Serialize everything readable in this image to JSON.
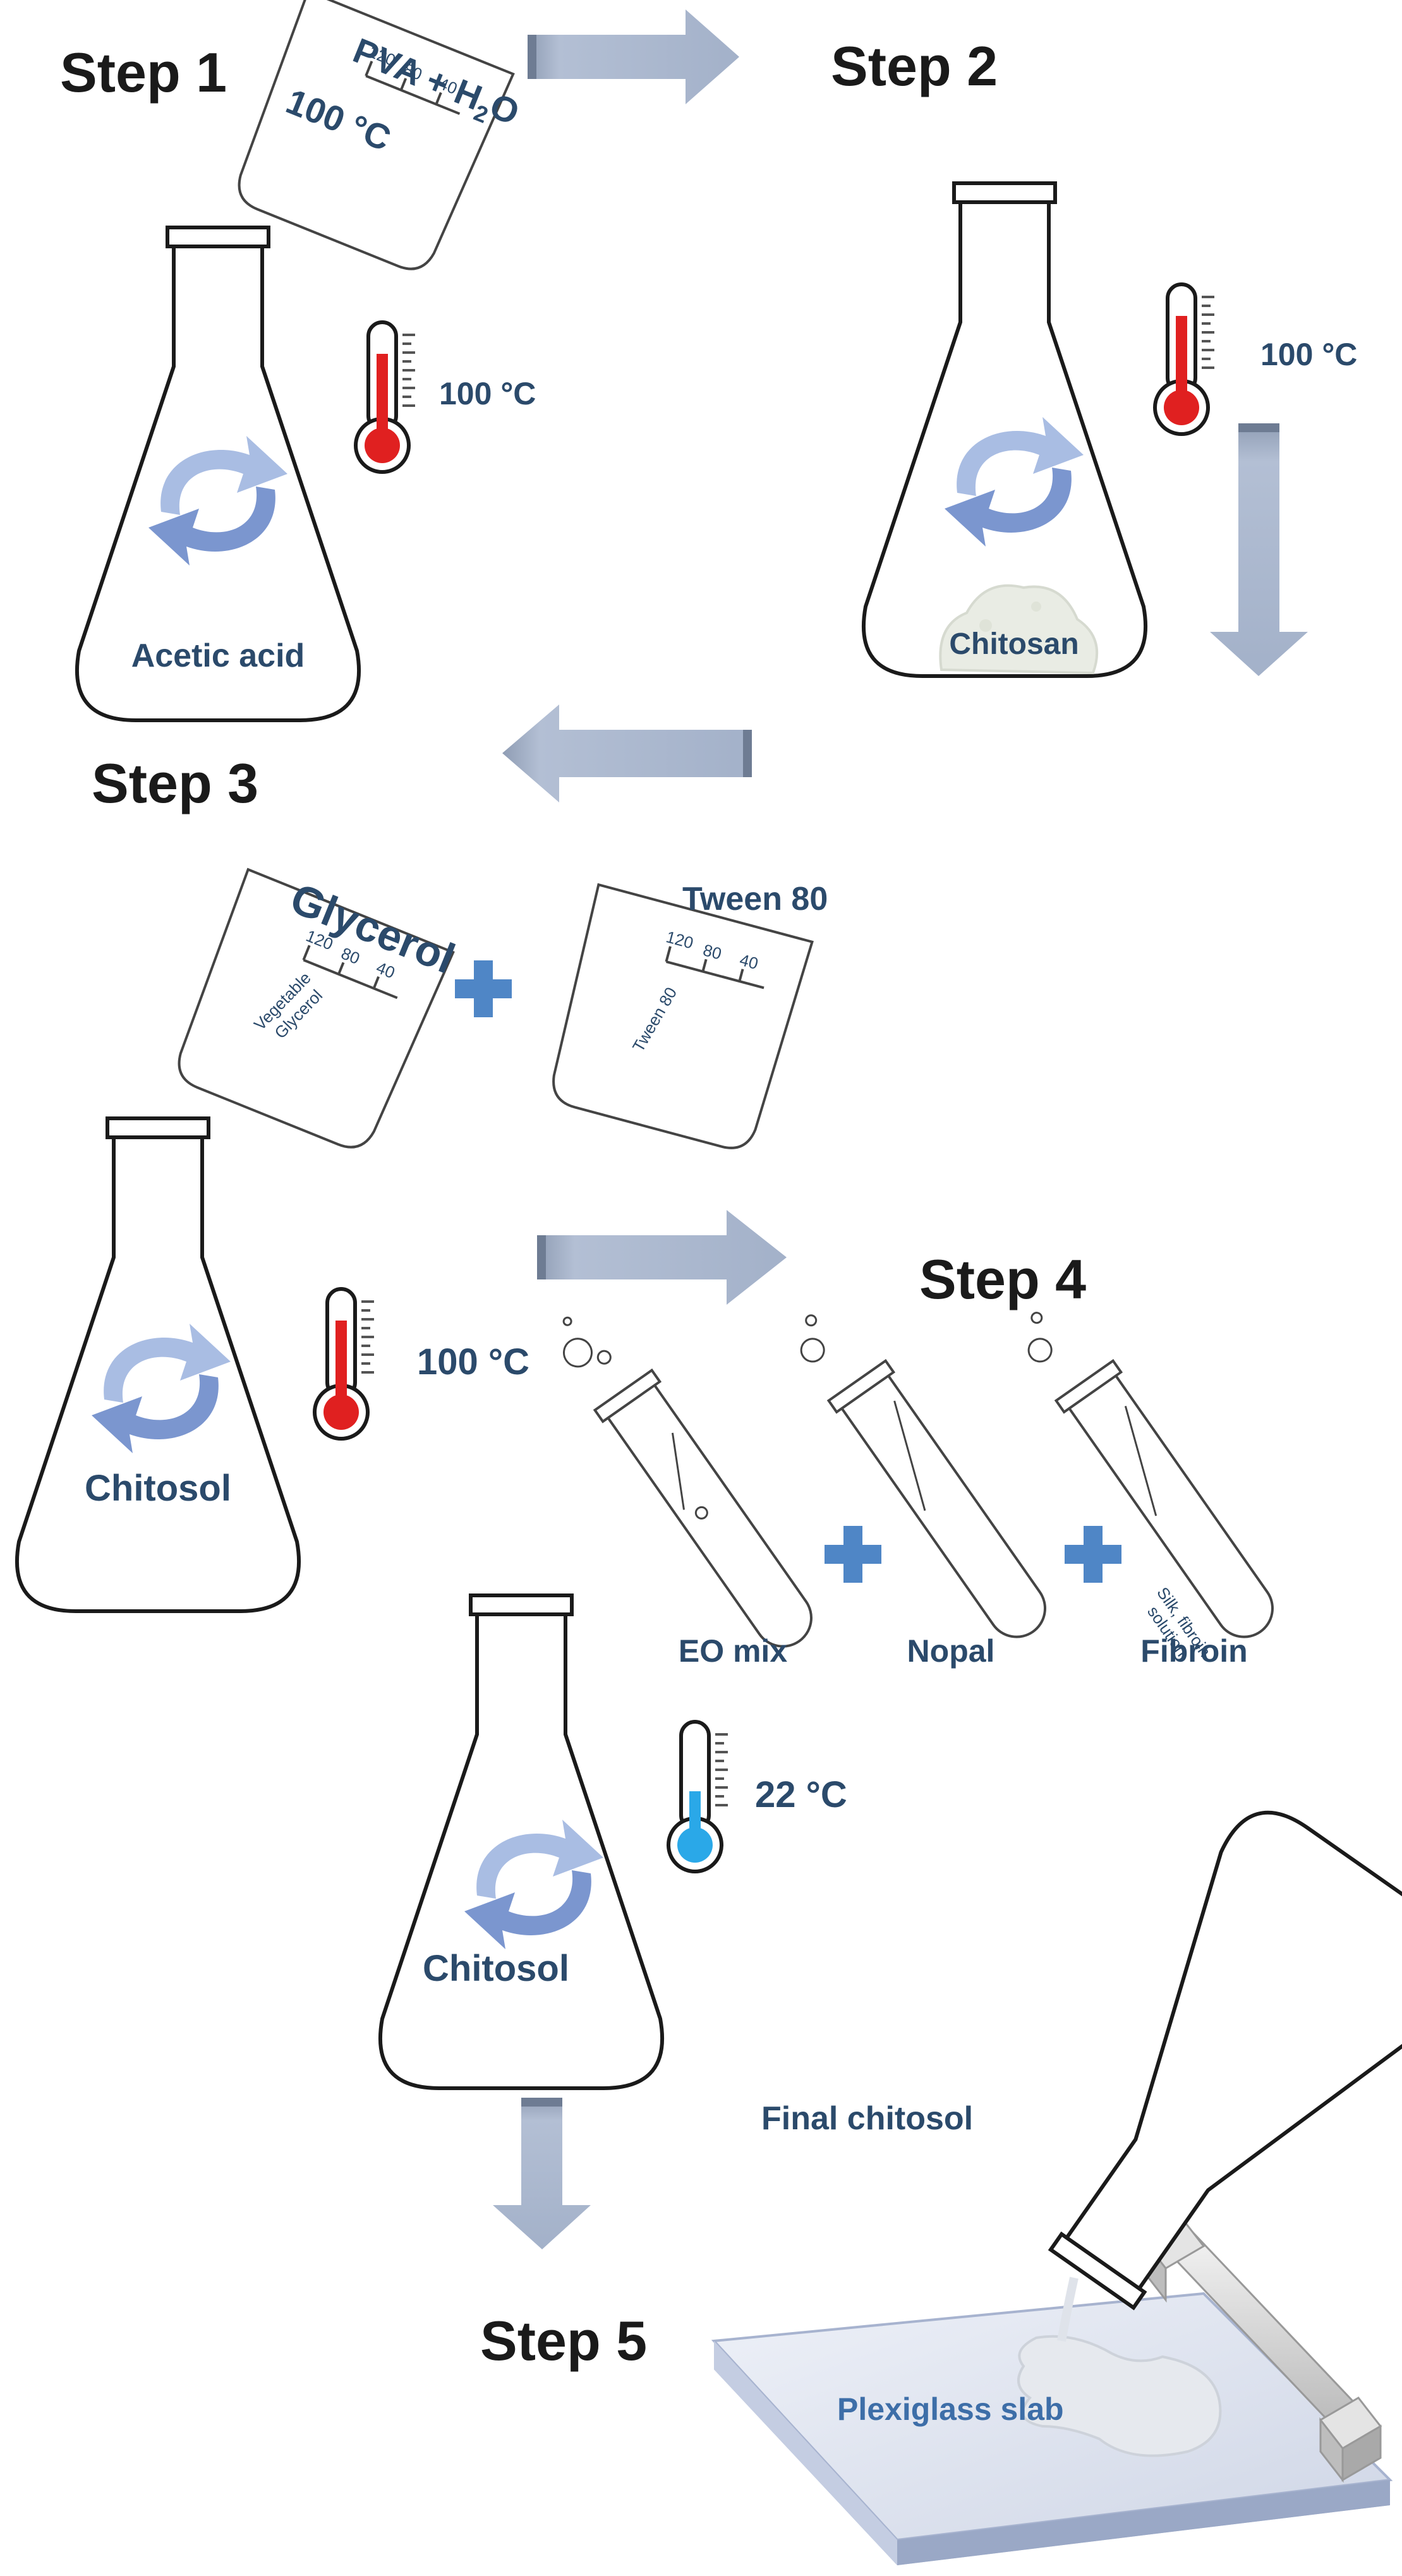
{
  "steps": {
    "s1": "Step 1",
    "s2": "Step 2",
    "s3": "Step 3",
    "s4": "Step 4",
    "s5": "Step 5"
  },
  "labels": {
    "pva": "PVA + H",
    "pva_sub": "2",
    "pva_end": "O",
    "beaker1_temp": "100 °C",
    "temp_step1": "100 °C",
    "acetic": "Acetic acid",
    "temp_step2": "100 °C",
    "chitosan": "Chitosan",
    "glycerol": "Glycerol",
    "veg_glycerol_1": "Vegetable",
    "veg_glycerol_2": "Glycerol",
    "tween_title": "Tween 80",
    "tween_beaker": "Tween 80",
    "temp_step3": "100 °C",
    "chitosol1": "Chitosol",
    "eo_mix": "EO mix",
    "nopal": "Nopal",
    "fibroin": "Fibroin",
    "silk_1": "Silk, fibroin",
    "silk_2": "solution",
    "temp_step4": "22 °C",
    "chitosol2": "Chitosol",
    "final_chitosol": "Final chitosol",
    "plexiglass": "Plexiglass slab"
  },
  "beaker_ticks": [
    "120",
    "80",
    "40"
  ],
  "colors": {
    "arrow": "#a3b1c9",
    "arrow_dark": "#6e7c93",
    "stir": "#93a9d6",
    "stir_dark": "#6f8dc8",
    "hot": "#e02020",
    "cold": "#2aa8e8",
    "plus": "#4f86c6",
    "label": "#2b4a6b"
  },
  "icons": [
    "beaker-icon",
    "erlenmeyer-flask-icon",
    "thermometer-icon",
    "stir-arrows-icon",
    "test-tube-icon",
    "plus-icon",
    "arrow-icon",
    "applicator-bar-icon"
  ]
}
